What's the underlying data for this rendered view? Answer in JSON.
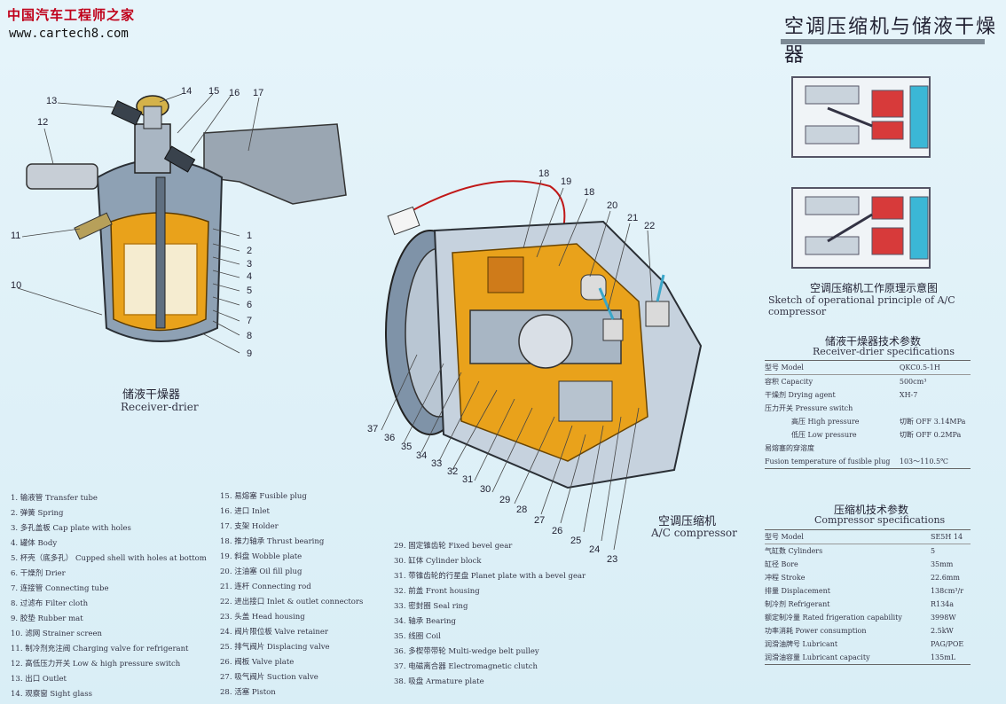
{
  "watermark": {
    "cn": "中国汽车工程师之家",
    "url": "www.cartech8.com"
  },
  "header": {
    "title": "空调压缩机与储液干燥器"
  },
  "receiver_drier": {
    "caption_cn": "储液干燥器",
    "caption_en": "Receiver-drier",
    "callouts": [
      "1",
      "2",
      "3",
      "4",
      "5",
      "6",
      "7",
      "8",
      "9",
      "10",
      "11",
      "12",
      "13",
      "14",
      "15",
      "16",
      "17"
    ]
  },
  "compressor": {
    "caption_cn": "空调压缩机",
    "caption_en": "A/C compressor",
    "callouts": [
      "18",
      "19",
      "18",
      "20",
      "21",
      "22",
      "23",
      "24",
      "25",
      "26",
      "27",
      "28",
      "29",
      "30",
      "31",
      "32",
      "33",
      "34",
      "35",
      "36",
      "37"
    ]
  },
  "sketch": {
    "caption_cn": "空调压缩机工作原理示意图",
    "caption_en": "Sketch of operational principle of A/C compressor"
  },
  "legend": {
    "col1": [
      "1. 输液管 Transfer tube",
      "2. 弹簧 Spring",
      "3. 多孔盖板 Cap plate with holes",
      "4. 罐体 Body",
      "5. 杯壳（底多孔） Cupped shell with holes at bottom",
      "6. 干燥剂 Drier",
      "7. 连接管 Connecting tube",
      "8. 过滤布 Filter cloth",
      "9. 胶垫 Rubber mat",
      "10. 滤网 Strainer screen",
      "11. 制冷剂充注阀 Charging valve for refrigerant",
      "12. 高低压力开关 Low & high pressure switch",
      "13. 出口 Outlet",
      "14. 观察窗 Sight glass"
    ],
    "col2": [
      "15. 易熔塞 Fusible plug",
      "16. 进口 Inlet",
      "17. 支架 Holder",
      "18. 推力轴承 Thrust bearing",
      "19. 斜盘 Wobble plate",
      "20. 注油塞 Oil fill plug",
      "21. 连杆 Connecting rod",
      "22. 进出接口 Inlet & outlet connectors",
      "23. 头盖 Head housing",
      "24. 阀片限位板 Valve retainer",
      "25. 排气阀片 Displacing valve",
      "26. 阀板 Valve plate",
      "27. 吸气阀片 Suction valve",
      "28. 活塞 Piston"
    ],
    "col3": [
      "29. 固定锥齿轮 Fixed bevel gear",
      "30. 缸体 Cylinder block",
      "31. 带锥齿轮的行星盘 Planet plate with a bevel gear",
      "32. 前盖 Front housing",
      "33. 密封圈 Seal ring",
      "34. 轴承 Bearing",
      "35. 线圈 Coil",
      "36. 多楔带带轮 Multi-wedge belt pulley",
      "37. 电磁离合器 Electromagnetic clutch",
      "38. 吸盘 Armature plate"
    ]
  },
  "drier_specs": {
    "title_cn": "储液干燥器技术参数",
    "title_en": "Receiver-drier specifications",
    "rows": [
      {
        "label": "型号 Model",
        "value": "QKC0.5-1H"
      },
      {
        "label": "容积 Capacity",
        "value": "500cm³"
      },
      {
        "label": "干燥剂 Drying agent",
        "value": "XH-7"
      },
      {
        "label": "压力开关 Pressure switch",
        "value": ""
      },
      {
        "label": "高压 High pressure",
        "value": "切断 OFF 3.14MPa"
      },
      {
        "label": "低压 Low pressure",
        "value": "切断 OFF 0.2MPa"
      },
      {
        "label": "易熔塞的穿溶度",
        "value": ""
      },
      {
        "label": "Fusion temperature of fusible plug",
        "value": "103～110.5℃"
      }
    ]
  },
  "compressor_specs": {
    "title_cn": "压缩机技术参数",
    "title_en": "Compressor specifications",
    "rows": [
      {
        "label": "型号 Model",
        "value": "SE5H 14"
      },
      {
        "label": "气缸数 Cylinders",
        "value": "5"
      },
      {
        "label": "缸径 Bore",
        "value": "35mm"
      },
      {
        "label": "冲程 Stroke",
        "value": "22.6mm"
      },
      {
        "label": "排量 Displacement",
        "value": "138cm³/r"
      },
      {
        "label": "制冷剂 Refrigerant",
        "value": "R134a"
      },
      {
        "label": "额定制冷量 Rated frigeration capability",
        "value": "3998W"
      },
      {
        "label": "功率消耗 Power consumption",
        "value": "2.5kW"
      },
      {
        "label": "润滑油牌号 Lubricant",
        "value": "PAG/POE"
      },
      {
        "label": "润滑油容量 Lubricant capacity",
        "value": "135mL"
      }
    ]
  }
}
